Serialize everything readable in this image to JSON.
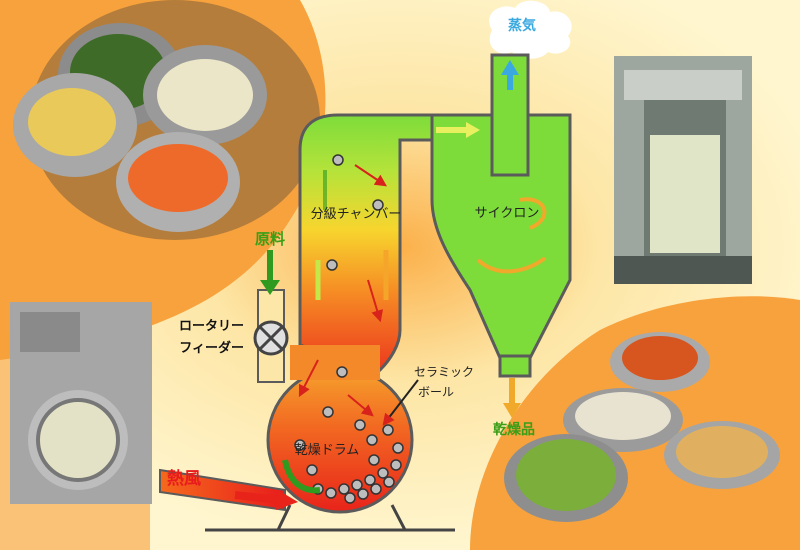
{
  "labels": {
    "steam": "蒸気",
    "raw_material": "原料",
    "rotary_feeder_line1": "ロータリー",
    "rotary_feeder_line2": "フィーダー",
    "classifying_chamber": "分級チャンバー",
    "cyclone": "サイクロン",
    "ceramic_ball_line1": "セラミック",
    "ceramic_ball_line2": "ボール",
    "drying_drum": "乾燥ドラム",
    "hot_air": "熱風",
    "dried_product": "乾燥品"
  },
  "colors": {
    "background_warm": "#fde7a8",
    "background_orange": "#f7a23d",
    "machine_green": "#7ddc3a",
    "machine_outline": "#5b5b5b",
    "hot_air_red": "#e81c1c",
    "green_text": "#3a9e16",
    "steam_blue": "#3aa9e0",
    "arrow_green": "#2f9a1f"
  }
}
